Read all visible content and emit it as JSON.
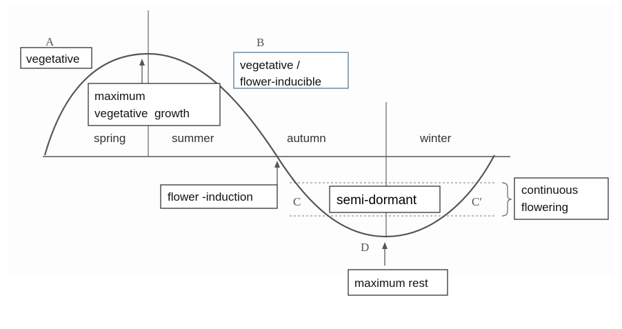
{
  "points": {
    "a": "A",
    "b": "B",
    "c": "C",
    "c_prime": "C′",
    "d": "D"
  },
  "seasons": [
    "spring",
    "summer",
    "autumn",
    "winter"
  ],
  "labels": {
    "vegetative": "vegetative",
    "vegetative_flower_inducible": [
      "vegetative /",
      "flower-inducible"
    ],
    "maximum_vegetative_growth": [
      "maximum",
      "vegetative  growth"
    ],
    "flower_induction": "flower -induction",
    "semi_dormant": "semi-dormant",
    "continuous_flowering": [
      "continuous",
      "flowering"
    ],
    "maximum_rest": "maximum rest"
  },
  "colors": {
    "curve": "#555555",
    "box_border": "#222222",
    "box_border_blue": "#4a6f8a",
    "dashed": "#777777"
  }
}
